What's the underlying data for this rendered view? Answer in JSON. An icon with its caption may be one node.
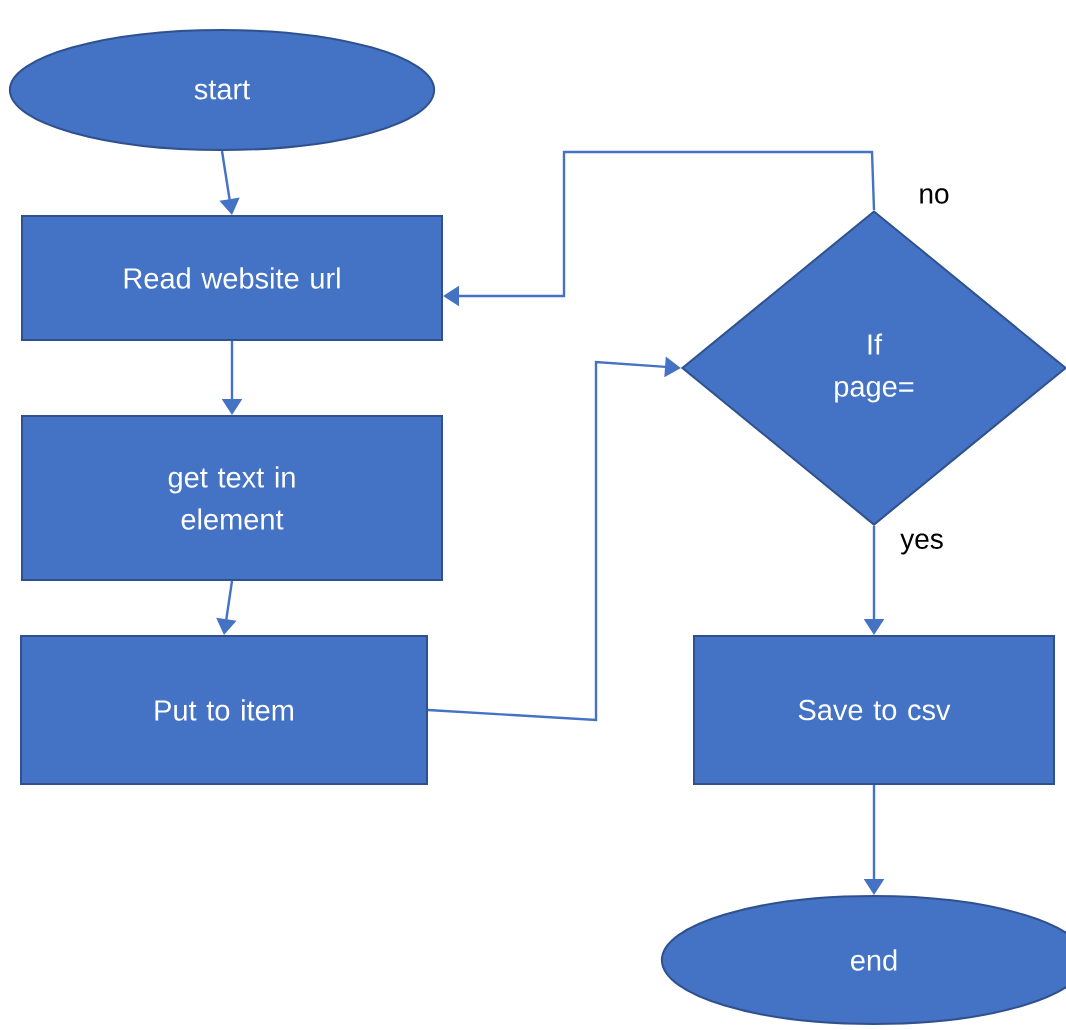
{
  "diagram": {
    "nodes": [
      {
        "text": [
          "start"
        ]
      },
      {
        "text": [
          "Read website url"
        ]
      },
      {
        "text": [
          "get text in element"
        ]
      },
      {
        "text": [
          "Put to item"
        ]
      },
      {
        "text": [
          "If page="
        ]
      },
      {
        "text": [
          "Save to csv"
        ]
      },
      {
        "text": [
          "end"
        ]
      }
    ],
    "edges": [
      {
        "from": 0,
        "to": 1,
        "arrow": "to"
      },
      {
        "from": 1,
        "to": 2,
        "arrow": "to"
      },
      {
        "from": 2,
        "to": 3,
        "arrow": "to"
      },
      {
        "from": 3,
        "to": 4,
        "arrow": "to"
      },
      {
        "from": 4,
        "to": 1,
        "arrow": "to",
        "label": "no"
      },
      {
        "from": 4,
        "to": 5,
        "arrow": "to",
        "label": "yes"
      },
      {
        "from": 5,
        "to": 6,
        "arrow": "to"
      }
    ]
  }
}
